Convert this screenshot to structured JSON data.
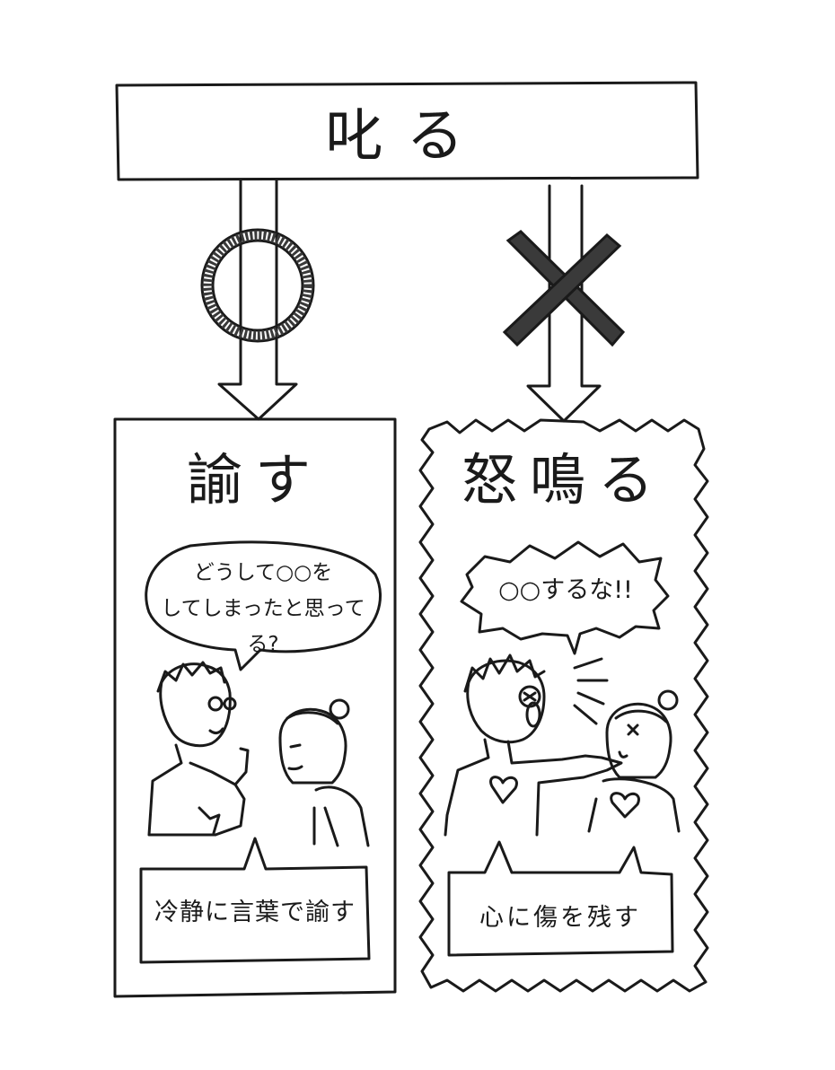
{
  "header": {
    "title": "叱る"
  },
  "good": {
    "symbol": "circle-icon",
    "panel_title": "諭す",
    "speech_line1": "どうして○○を",
    "speech_line2": "してしまったと思ってる?",
    "caption": "冷静に言葉で諭す"
  },
  "bad": {
    "symbol": "cross-icon",
    "panel_title": "怒鳴る",
    "speech": "○○するな!!",
    "caption": "心に傷を残す"
  },
  "colors": {
    "ink": "#1a1a1a",
    "symbol_fill": "#3a3a3a",
    "paper": "#ffffff"
  }
}
